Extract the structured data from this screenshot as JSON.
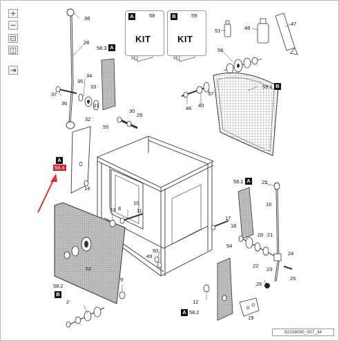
{
  "toolbar": {
    "buttons": [
      {
        "name": "zoom-in",
        "glyph": "+"
      },
      {
        "name": "zoom-out",
        "glyph": "−"
      },
      {
        "name": "fit",
        "glyph": "⊡"
      },
      {
        "name": "actual",
        "glyph": "◫"
      },
      {
        "name": "toggle-panel",
        "glyph": "⇥"
      }
    ]
  },
  "kits": [
    {
      "tag": "A",
      "number": "58",
      "text": "KIT"
    },
    {
      "tag": "B",
      "number": "59",
      "text": "KIT"
    }
  ],
  "callouts": {
    "c38": "38",
    "c28": "28",
    "c58_3": "58.3",
    "c34": "34",
    "c35": "35",
    "c33": "33",
    "c37": "37",
    "c36": "36",
    "c31": "31",
    "c30": "30",
    "c29": "29",
    "c55": "55",
    "c32": "32",
    "c51": "51",
    "c48": "48",
    "c47": "47",
    "c56": "56",
    "c59_1": "59.1",
    "c46": "46",
    "c40": "40",
    "c57": "57",
    "c14": "14",
    "c25": "25",
    "c58_1": "58.1",
    "c16": "16",
    "c53": "53",
    "c8": "8",
    "c10": "10",
    "c11": "11",
    "c17": "17",
    "c18": "18",
    "c54": "54",
    "c20": "20",
    "c21": "21",
    "c22": "22",
    "c23": "23",
    "c24": "24",
    "c19": "19",
    "c50": "50",
    "c49": "49",
    "c52": "52",
    "c9": "9",
    "c58_2_left": "58.2",
    "c2": "2",
    "c12": "12",
    "c58_2_right": "58.2",
    "c26": "26"
  },
  "tags": {
    "t58_3": "A",
    "tA_left": "A",
    "t59_1": "B",
    "t58_1": "A",
    "t58_2_left": "B",
    "t58_2_right": "A"
  },
  "highlight_label": "58.4",
  "document_id": "92108000_007_34",
  "colors": {
    "highlight": "#d8202a",
    "arrow": "#e0302a"
  }
}
